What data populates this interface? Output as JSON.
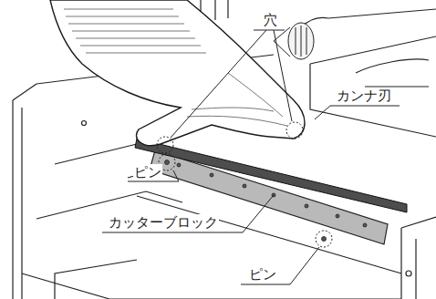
{
  "diagram": {
    "labels": [
      "穴",
      "カンナ刃",
      "ピン",
      "カッターブロック",
      "ピン"
    ]
  }
}
